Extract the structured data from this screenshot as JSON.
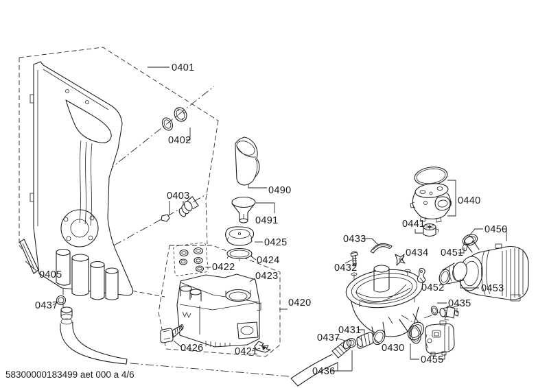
{
  "doc": {
    "footer": "58300000183499 aet 000 a 4/6",
    "page_type": "exploded-parts-diagram",
    "ink_color": "#1f1f1f",
    "background_color": "#ffffff"
  },
  "labels": [
    {
      "part": "side-panel-assembly",
      "text": "0401"
    },
    {
      "part": "seal-and-impeller",
      "text": "0402"
    },
    {
      "part": "valve-fitting",
      "text": "0403"
    },
    {
      "part": "blade-strip",
      "text": "0405"
    },
    {
      "part": "o-ring-hose-left",
      "text": "0437"
    },
    {
      "part": "filling-jug",
      "text": "0490"
    },
    {
      "part": "funnel",
      "text": "0491"
    },
    {
      "part": "salt-cap",
      "text": "0425"
    },
    {
      "part": "seal-ring",
      "text": "0424"
    },
    {
      "part": "seal-kit",
      "text": "0422"
    },
    {
      "part": "large-o-ring",
      "text": "0423"
    },
    {
      "part": "water-softener-tank",
      "text": "0420"
    },
    {
      "part": "small-fitting",
      "text": "0426"
    },
    {
      "part": "fastening-clip",
      "text": "0421"
    },
    {
      "part": "drain-hose",
      "text": "0436"
    },
    {
      "part": "o-ring-hose-right",
      "text": "0437"
    },
    {
      "part": "hose-coupling",
      "text": "0431"
    },
    {
      "part": "sump-basin",
      "text": "0430"
    },
    {
      "part": "drain-pump",
      "text": "0455"
    },
    {
      "part": "check-valve",
      "text": "0435"
    },
    {
      "part": "curved-bracket",
      "text": "0433"
    },
    {
      "part": "screw",
      "text": "0432"
    },
    {
      "part": "small-clip",
      "text": "0434"
    },
    {
      "part": "holder-bracket",
      "text": "0452"
    },
    {
      "part": "pump-head",
      "text": "0440"
    },
    {
      "part": "small-cap",
      "text": "0441"
    },
    {
      "part": "circulation-pump",
      "text": "0450"
    },
    {
      "part": "hose-clamp",
      "text": "0451"
    },
    {
      "part": "rubber-sleeve",
      "text": "0453"
    }
  ]
}
